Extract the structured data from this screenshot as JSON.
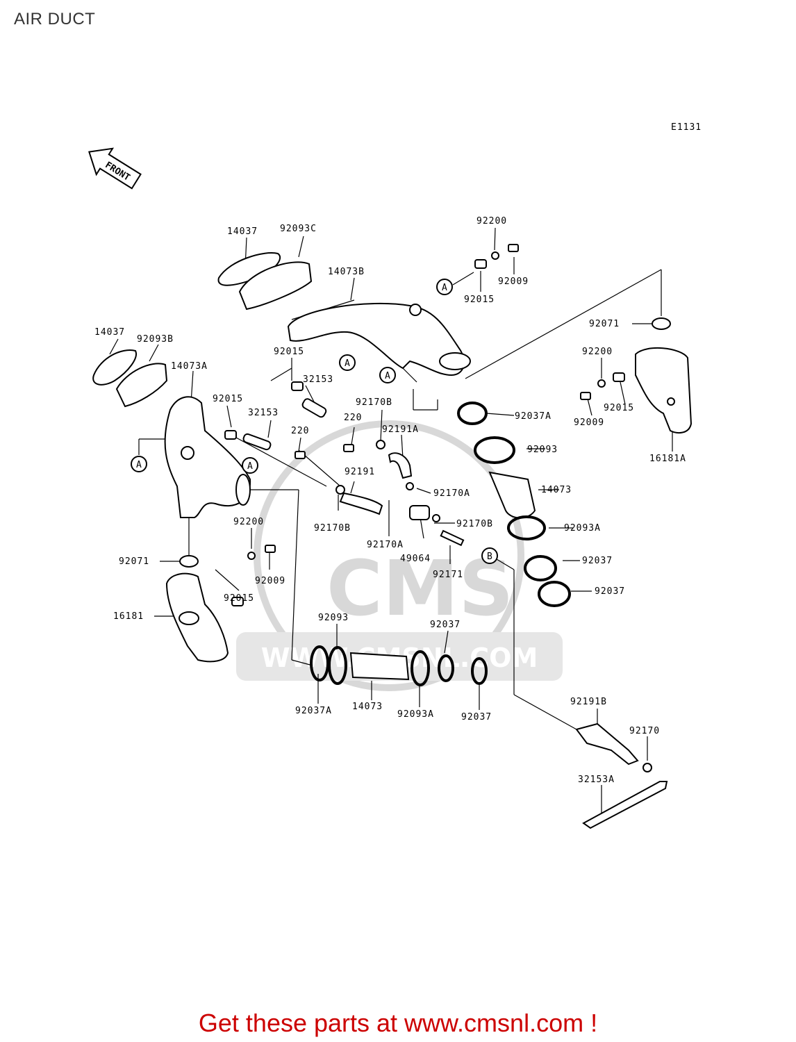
{
  "title": "AIR DUCT",
  "diagram_code": "E1131",
  "front_arrow_label": "FRONT",
  "watermark": {
    "brand": "CMS",
    "url": "WWW.CMSNL.COM"
  },
  "footer": "Get these parts at www.cmsnl.com !",
  "callouts": [
    "A",
    "B"
  ],
  "part_labels": [
    "14037",
    "92093C",
    "14073B",
    "92200",
    "92009",
    "92015",
    "92071",
    "92200",
    "92015",
    "92009",
    "16181A",
    "14037",
    "92093B",
    "14073A",
    "92015",
    "32153",
    "92015",
    "32153",
    "220",
    "220",
    "92170B",
    "92191A",
    "92037A",
    "92093",
    "14073",
    "92191",
    "92170A",
    "92170B",
    "92170A",
    "92170B",
    "92093A",
    "49064",
    "92037",
    "92171",
    "92037",
    "92200",
    "92071",
    "92009",
    "92015",
    "16181",
    "92093",
    "92037",
    "92037A",
    "14073",
    "92093A",
    "92037",
    "92191B",
    "92170",
    "32153A"
  ]
}
